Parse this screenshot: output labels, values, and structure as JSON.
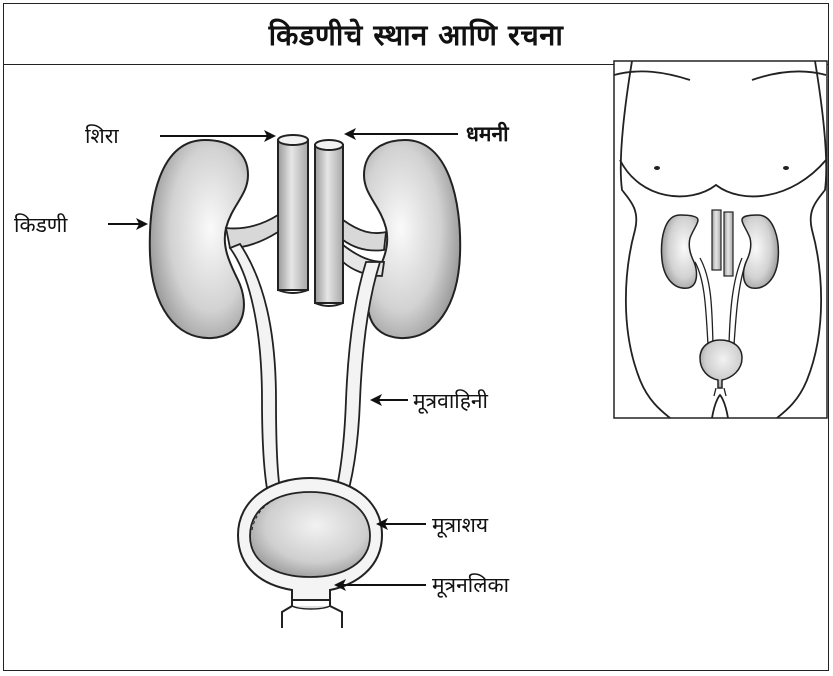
{
  "title": "किडणीचे स्थान आणि रचना",
  "labels": {
    "vein": "शिरा",
    "artery": "धमनी",
    "kidney": "किडणी",
    "ureter": "मूत्रवाहिनी",
    "bladder": "मूत्राशय",
    "urethra": "मूत्रनलिका"
  },
  "colors": {
    "outline": "#222222",
    "organ_gradient_dark": "#8a8a8a",
    "organ_gradient_light": "#f4f4f4"
  }
}
